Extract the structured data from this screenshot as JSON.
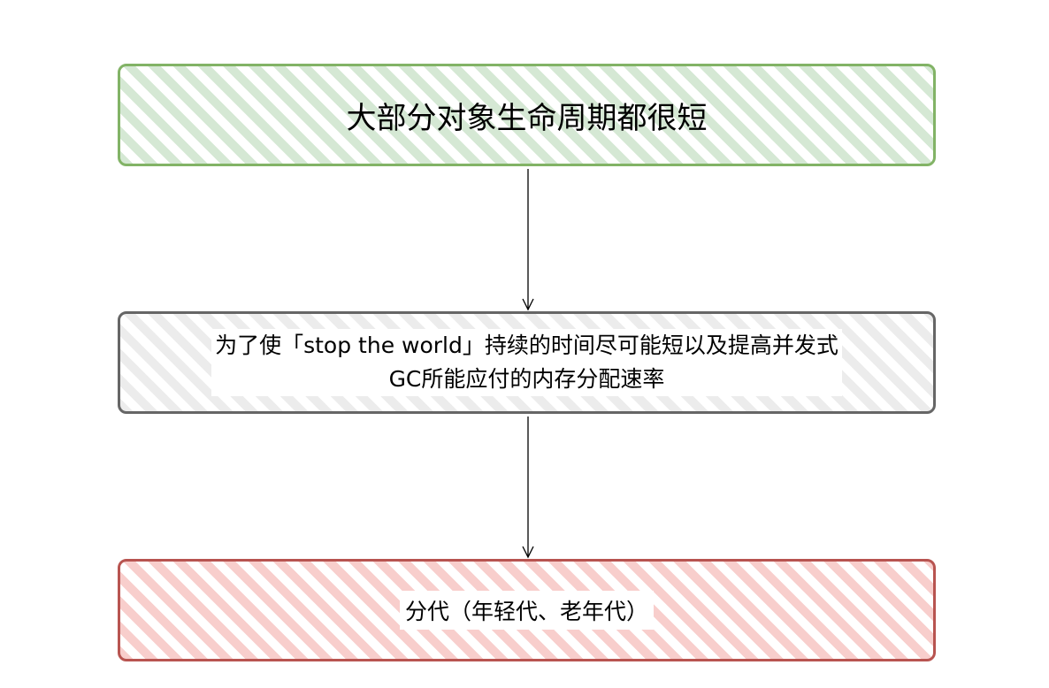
{
  "nodes": [
    {
      "id": "n1",
      "text": "大部分对象生命周期都很短",
      "stroke": "#82b366",
      "fill": "#d5e8d4"
    },
    {
      "id": "n2",
      "line1": "为了使「stop the world」持续的时间尽可能短以及提高并发式",
      "line2": "GC所能应付的内存分配速率",
      "stroke": "#666666",
      "fill": "#f5f5f5"
    },
    {
      "id": "n3",
      "text": "分代（年轻代、老年代）",
      "stroke": "#b85450",
      "fill": "#f8cecc"
    }
  ],
  "edges": [
    {
      "from": "n1",
      "to": "n2"
    },
    {
      "from": "n2",
      "to": "n3"
    }
  ]
}
